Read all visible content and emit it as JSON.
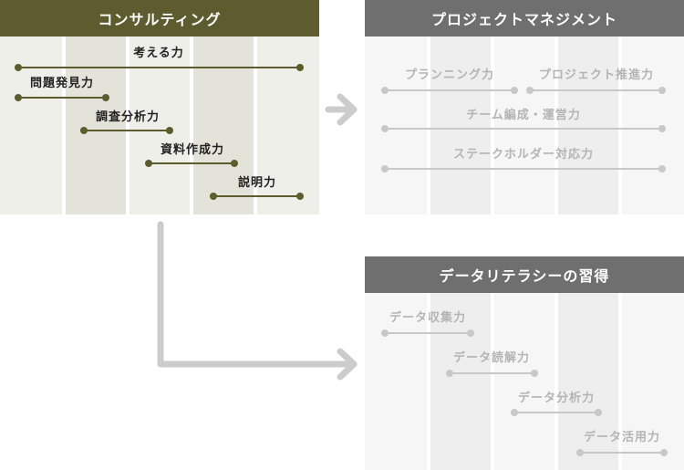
{
  "colors": {
    "consulting_header": "#5d5c2f",
    "consulting_col_light": "#efefe9",
    "consulting_col_dark": "#e3e3da",
    "consulting_line": "#5d5c2f",
    "consulting_text": "#222222",
    "gray_header": "#6f6f6f",
    "gray_col_light": "#f6f6f6",
    "gray_col_dark": "#eeeeee",
    "gray_line": "#c8c8c8",
    "gray_text": "#b4b4b4",
    "arrow": "#cccccc"
  },
  "panels": {
    "consulting": {
      "title": "コンサルティング",
      "skills": [
        {
          "label": "考える力"
        },
        {
          "label": "問題発見力"
        },
        {
          "label": "調査分析力"
        },
        {
          "label": "資料作成力"
        },
        {
          "label": "説明力"
        }
      ]
    },
    "project_management": {
      "title": "プロジェクトマネジメント",
      "skills": [
        {
          "label": "プランニング力"
        },
        {
          "label": "プロジェクト推進力"
        },
        {
          "label": "チーム編成・運営力"
        },
        {
          "label": "ステークホルダー対応力"
        }
      ]
    },
    "data_literacy": {
      "title": "データリテラシーの習得",
      "skills": [
        {
          "label": "データ収集力"
        },
        {
          "label": "データ読解力"
        },
        {
          "label": "データ分析力"
        },
        {
          "label": "データ活用力"
        }
      ]
    }
  }
}
